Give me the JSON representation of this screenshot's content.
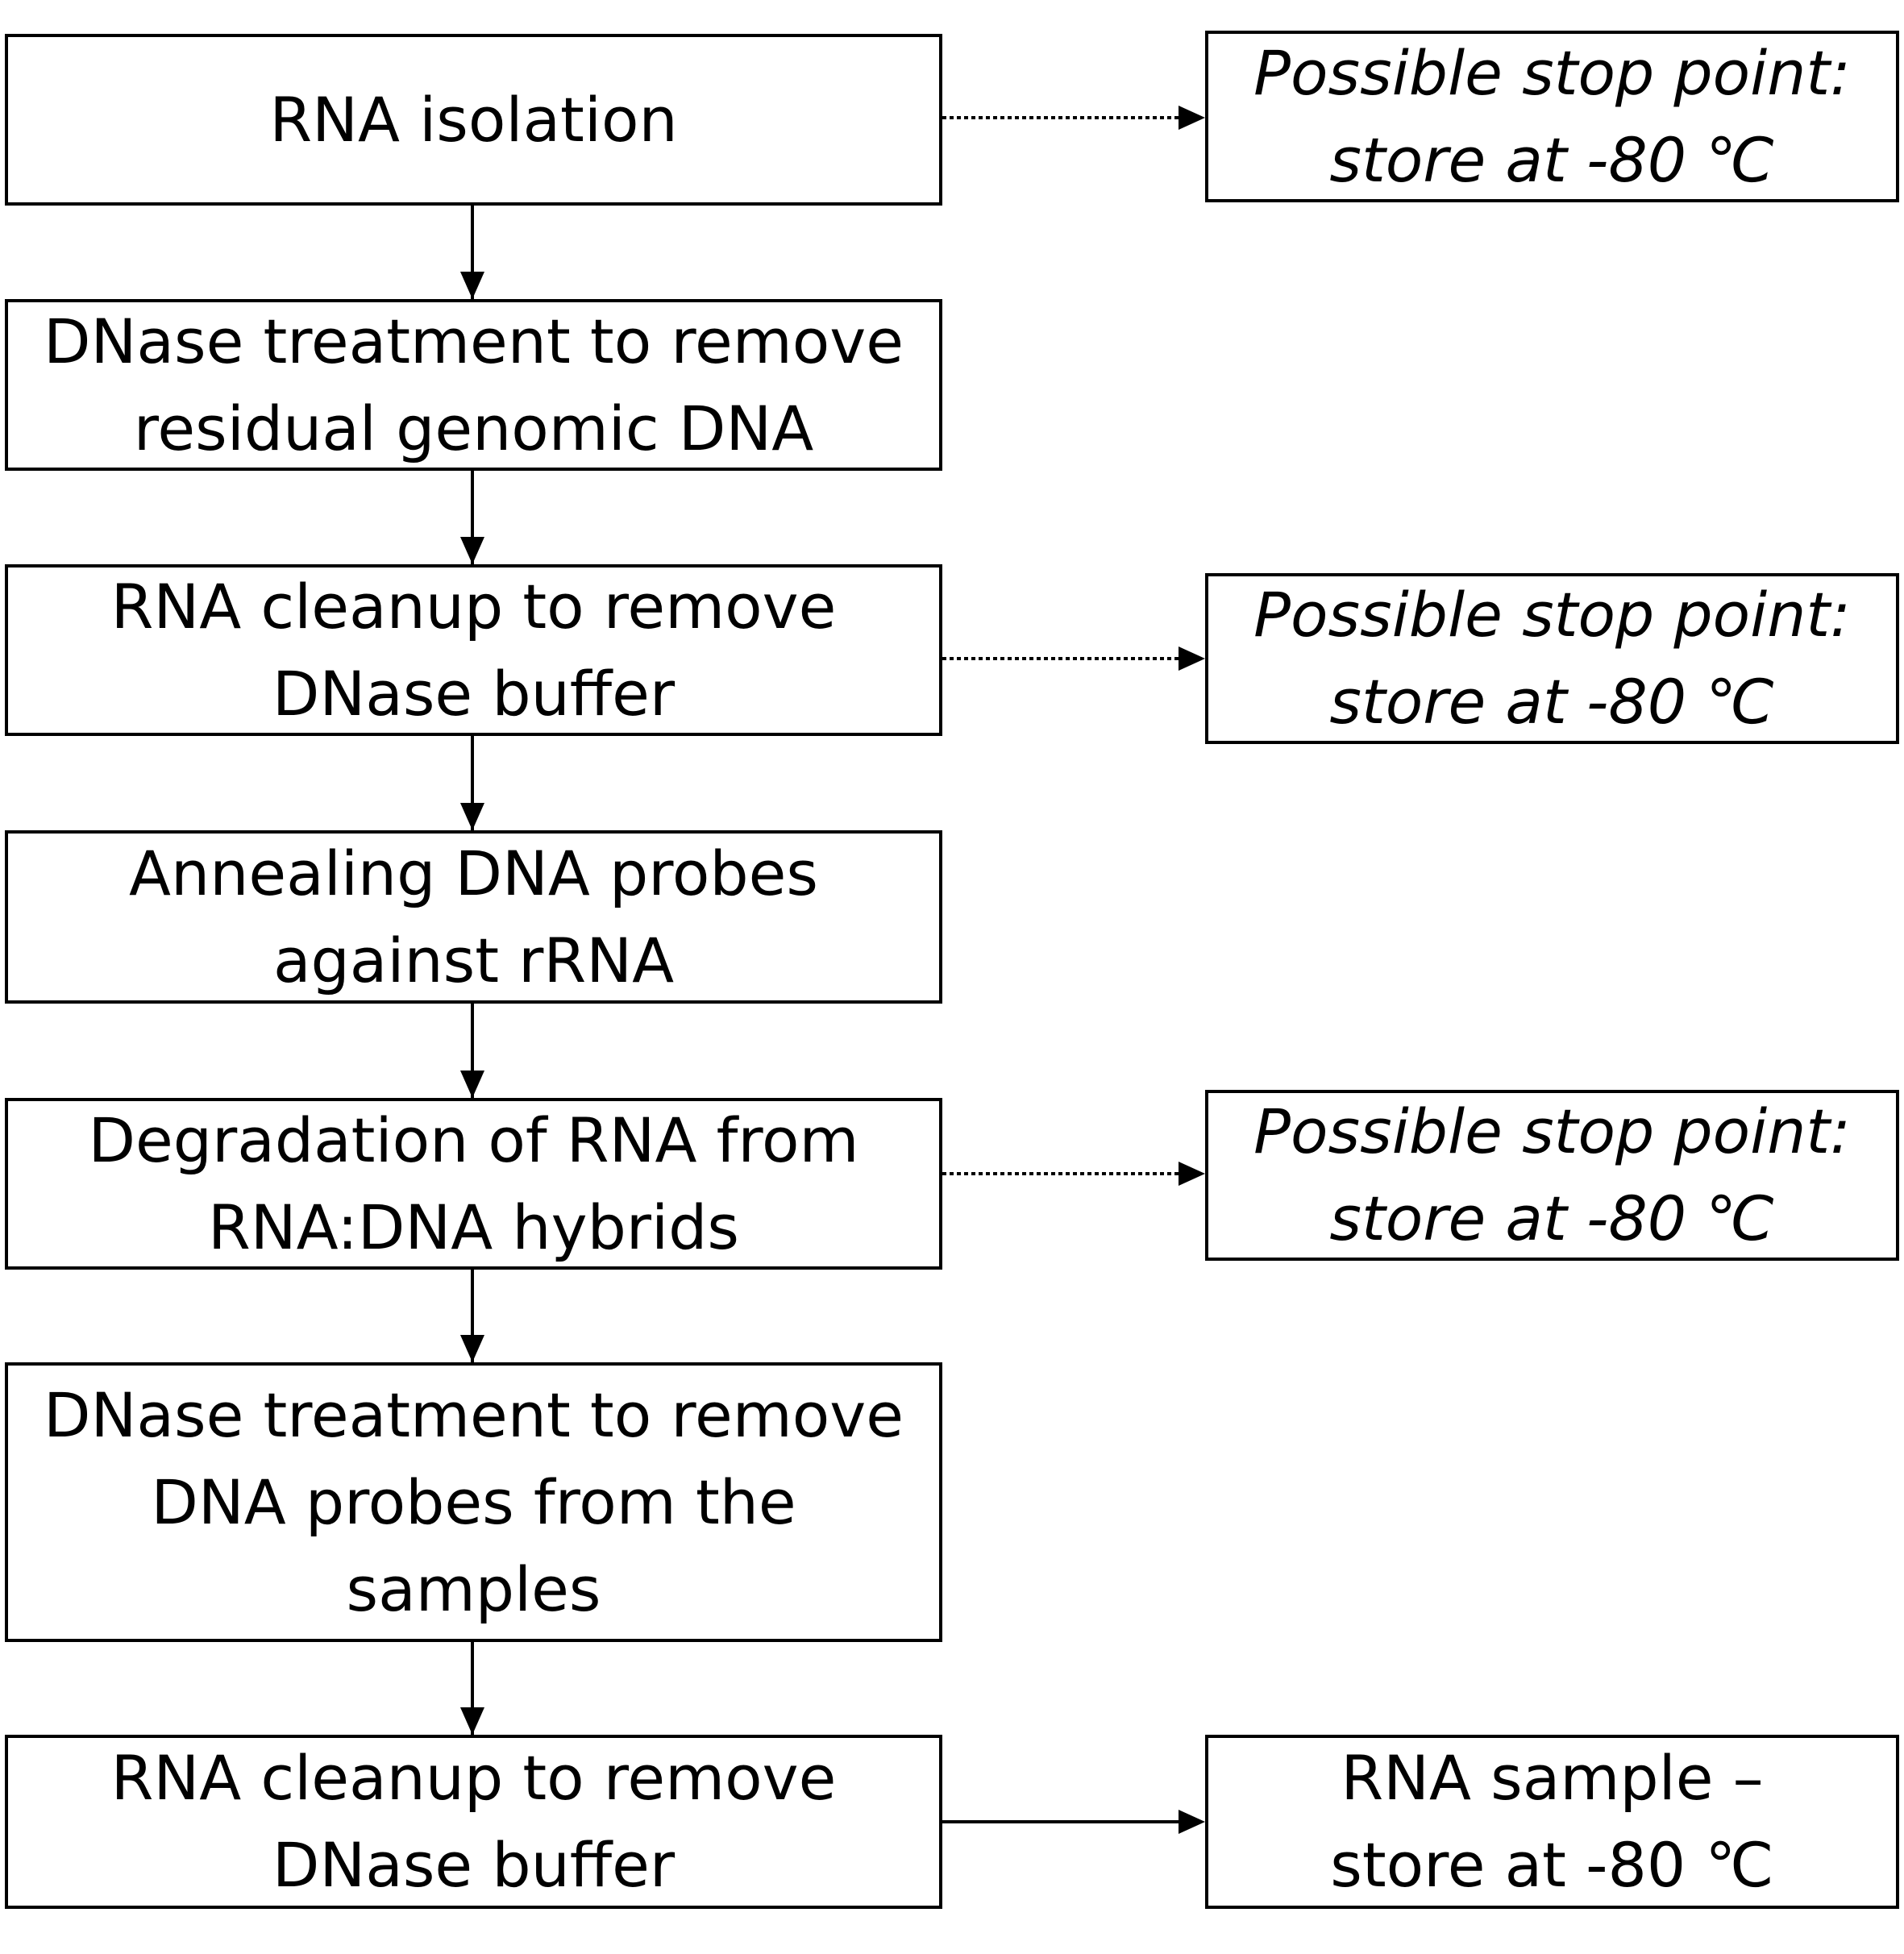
{
  "steps": [
    {
      "lines": [
        "RNA isolation"
      ]
    },
    {
      "lines": [
        "DNase treatment to remove",
        "residual genomic DNA"
      ]
    },
    {
      "lines": [
        "RNA cleanup to remove",
        "DNase buffer"
      ]
    },
    {
      "lines": [
        "Annealing DNA probes",
        "against rRNA"
      ]
    },
    {
      "lines": [
        "Degradation of  RNA from",
        "RNA:DNA hybrids"
      ]
    },
    {
      "lines": [
        "DNase treatment to remove",
        "DNA probes from the",
        "samples"
      ]
    },
    {
      "lines": [
        "RNA cleanup to remove",
        "DNase buffer"
      ]
    }
  ],
  "side_notes": [
    {
      "lines": [
        "Possible stop point:",
        "store at -80 ℃"
      ],
      "style": "italic",
      "connector": "dotted"
    },
    {
      "lines": [
        "Possible stop point:",
        "store at -80 ℃"
      ],
      "style": "italic",
      "connector": "dotted"
    },
    {
      "lines": [
        "Possible stop point:",
        "store at -80 ℃"
      ],
      "style": "italic",
      "connector": "dotted"
    },
    {
      "lines": [
        "RNA sample –",
        "store at -80 ℃"
      ],
      "style": "normal",
      "connector": "solid"
    }
  ]
}
